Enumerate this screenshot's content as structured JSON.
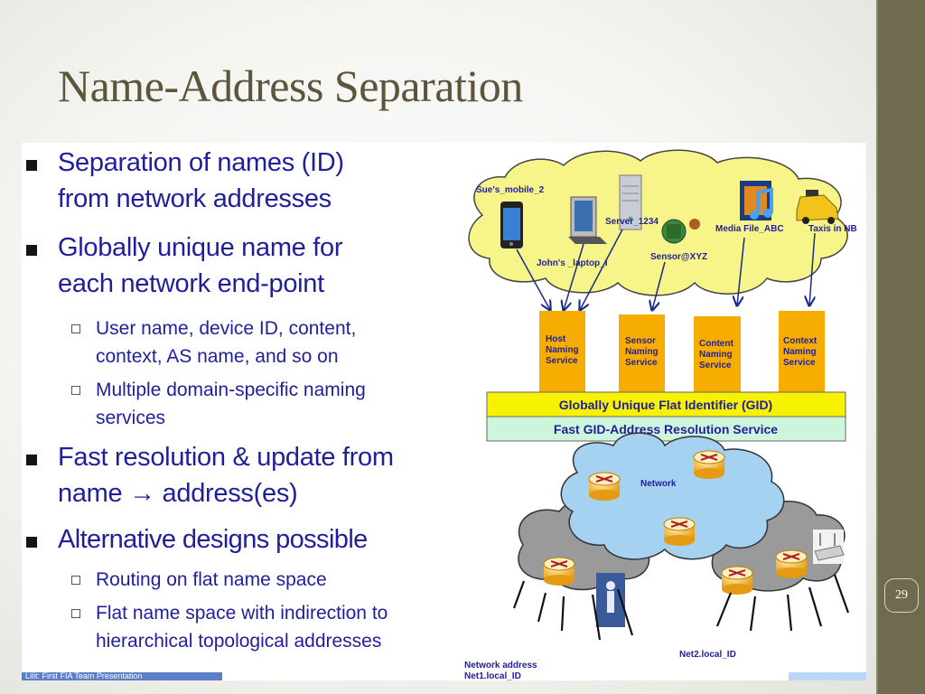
{
  "slide": {
    "title": "Name-Address Separation",
    "page_number": "29",
    "footer_text": "Lilit: First FIA Team Presentation"
  },
  "bullets": [
    {
      "level": 1,
      "lines": [
        "Separation of names (ID)",
        "from network addresses"
      ]
    },
    {
      "level": 1,
      "lines": [
        "Globally unique name for",
        "each network end-point"
      ]
    },
    {
      "level": 2,
      "lines": [
        "User name, device ID, content,",
        "context, AS name, and so on"
      ]
    },
    {
      "level": 2,
      "lines": [
        "Multiple domain-specific naming",
        "services"
      ]
    },
    {
      "level": 1,
      "lines": [
        "Fast resolution & update from",
        "name → address(es)"
      ]
    },
    {
      "level": 1,
      "lines": [
        "Alternative designs possible"
      ]
    },
    {
      "level": 2,
      "lines": [
        "Routing on flat name space"
      ]
    },
    {
      "level": 2,
      "lines": [
        "Flat name space with indirection to",
        "hierarchical topological addresses"
      ]
    }
  ],
  "diagram": {
    "devices": {
      "mobile": "Sue's_mobile_2",
      "laptop": "John's _laptop_I",
      "server": "Server_1234",
      "sensor": "Sensor@XYZ",
      "media": "Media File_ABC",
      "taxi": "Taxis in NB"
    },
    "services": {
      "host": [
        "Host",
        "Naming",
        "Service"
      ],
      "sensor": [
        "Sensor",
        "Naming",
        "Service"
      ],
      "content": [
        "Content",
        "Naming",
        "Service"
      ],
      "context": [
        "Context",
        "Naming",
        "Service"
      ]
    },
    "gid_bar": "Globally Unique Flat Identifier (GID)",
    "resolution_bar": "Fast GID-Address Resolution Service",
    "network_label": "Network",
    "net1_label": [
      "Network address",
      "Net1.local_ID"
    ],
    "net2_label": "Net2.local_ID",
    "colors": {
      "cloud": "#f7f58a",
      "service_box": "#f7ad00",
      "gid_bar": "#f7f200",
      "resolution_bar": "#cdf5dc",
      "network_cloud": "#a6d2f2",
      "local_cloud": "#9a9a9a",
      "text_blue": "#1f1f9b"
    }
  }
}
